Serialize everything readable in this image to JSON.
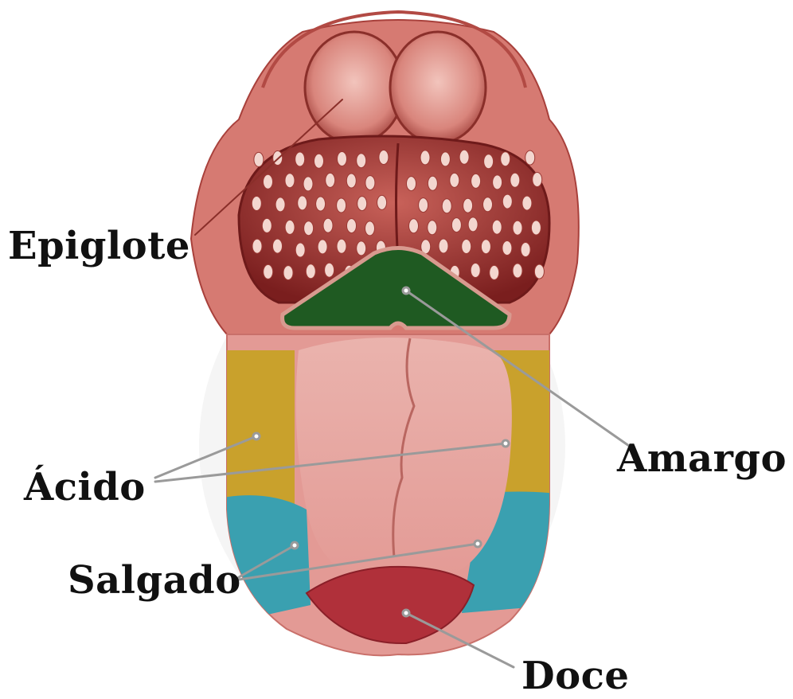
{
  "labels": {
    "epiglote": "Epiglote",
    "amargo": "Amargo",
    "acido": "Ácido",
    "salgado": "Salgado",
    "doce": "Doce"
  },
  "colors": {
    "tongue": "#e39a95",
    "tongue_center": "#e8a8a3",
    "bitter": "#1f5a22",
    "sour": "#c9a12c",
    "salty": "#3aa0b0",
    "sweet": "#b0303a",
    "throat": "#b94b45",
    "dark": "#7a1e1e",
    "arrow": "#9a9a9a"
  }
}
